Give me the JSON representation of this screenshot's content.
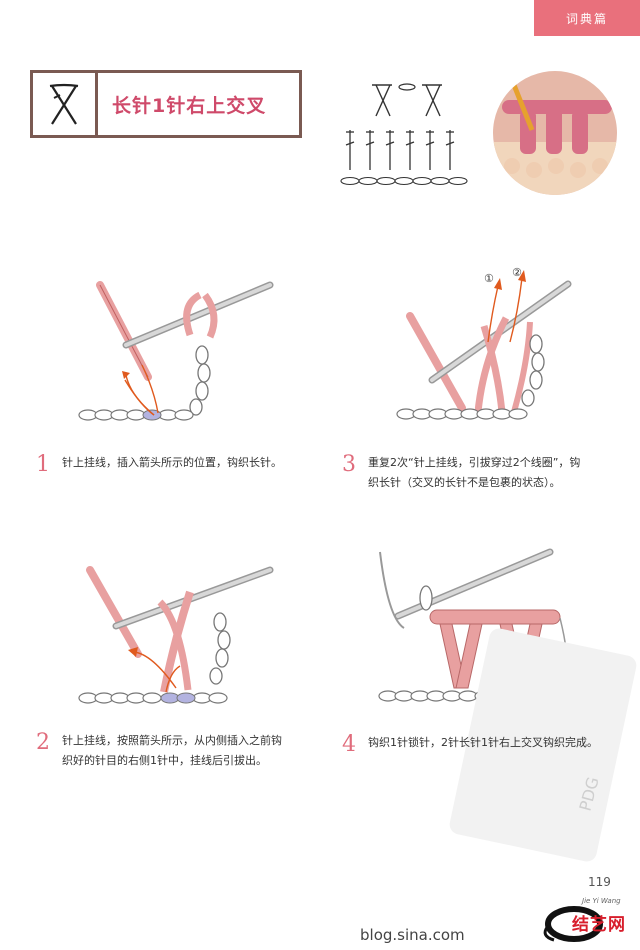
{
  "header": {
    "section_tab": "词典篇"
  },
  "title": {
    "text": "长针1针右上交叉"
  },
  "steps": [
    {
      "number": "1",
      "lines": [
        "针上挂线，插入箭头所示的位置，钩织长针。"
      ]
    },
    {
      "number": "2",
      "lines": [
        "针上挂线，按照箭头所示，从内侧插入之前钩",
        "织好的针目的右侧1针中，挂线后引拔出。"
      ]
    },
    {
      "number": "3",
      "lines": [
        "重复2次“针上挂线，引拔穿过2个线圈”，钩",
        "织长针（交叉的长针不是包裹的状态）。"
      ]
    },
    {
      "number": "4",
      "lines": [
        "钩织1针锁针，2针长针1针右上交叉钩织完成。"
      ]
    }
  ],
  "markers": {
    "one": "①",
    "two": "②"
  },
  "footer": {
    "page_number": "119",
    "blog": "blog.sina.com",
    "stamp_text": "结艺网",
    "stamp_small": "Jie Yi Wang"
  },
  "watermark": {
    "text": "PDG"
  },
  "colors": {
    "accent": "#e9707c",
    "yarn_pink": "#e8a0a0",
    "title_border": "#7a5a52",
    "title_text": "#cf4a6a",
    "arrow": "#e05a1e"
  }
}
